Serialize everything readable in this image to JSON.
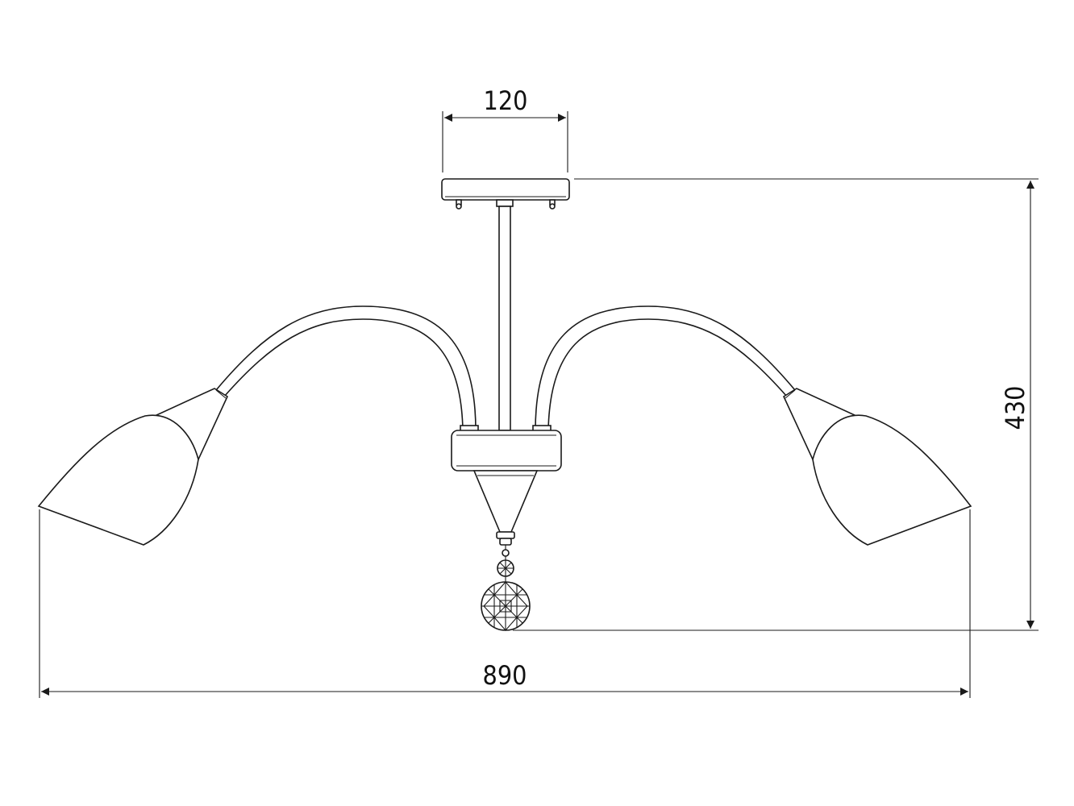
{
  "dimensions": {
    "canopy_width": "120",
    "total_height": "430",
    "total_width": "890"
  },
  "colors": {
    "line": "#1a1a1a",
    "background": "#ffffff"
  }
}
